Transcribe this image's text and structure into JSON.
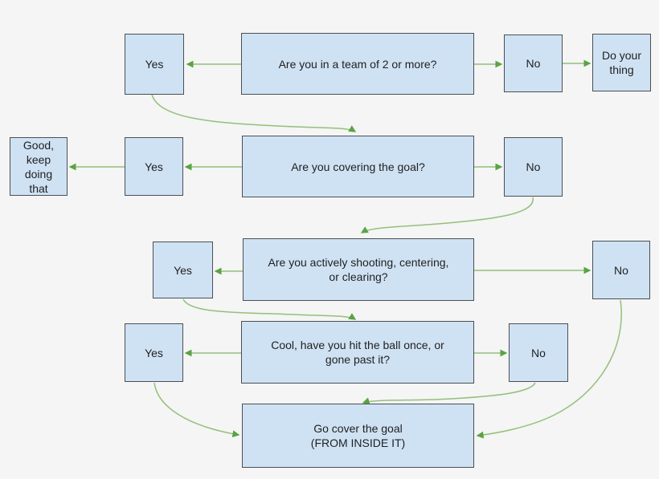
{
  "diagram": {
    "type": "flowchart",
    "topic": "Rocket League style team-positioning decision flowchart",
    "colors": {
      "background": "#f4f5f4",
      "node_fill": "#cfe2f3",
      "node_border": "#4a4f54",
      "arrow_line": "#94bf7c",
      "arrow_head": "#5aa344",
      "text": "#1f1f1f"
    },
    "nodes": {
      "team_question": {
        "label": "Are you in a team of 2 or more?"
      },
      "team_yes": {
        "label": "Yes"
      },
      "team_no": {
        "label": "No"
      },
      "do_your_thing": {
        "label": "Do your\nthing"
      },
      "good_keep_doing": {
        "label": "Good,\nkeep\ndoing\nthat"
      },
      "covering_yes": {
        "label": "Yes"
      },
      "covering_question": {
        "label": "Are you covering the goal?"
      },
      "covering_no": {
        "label": "No"
      },
      "shooting_yes": {
        "label": "Yes"
      },
      "shooting_question": {
        "label": "Are you actively shooting, centering,\nor clearing?"
      },
      "shooting_no": {
        "label": "No"
      },
      "hit_ball_yes": {
        "label": "Yes"
      },
      "hit_ball_question": {
        "label": "Cool, have you hit the ball once, or\ngone past it?"
      },
      "hit_ball_no": {
        "label": "No"
      },
      "go_cover_goal": {
        "label": "Go cover the goal\n(FROM INSIDE IT)"
      }
    },
    "edges": [
      {
        "from": "team_question",
        "to": "team_yes"
      },
      {
        "from": "team_question",
        "to": "team_no"
      },
      {
        "from": "team_no",
        "to": "do_your_thing"
      },
      {
        "from": "team_yes",
        "to": "covering_question"
      },
      {
        "from": "covering_question",
        "to": "covering_yes"
      },
      {
        "from": "covering_yes",
        "to": "good_keep_doing"
      },
      {
        "from": "covering_question",
        "to": "covering_no"
      },
      {
        "from": "covering_no",
        "to": "shooting_question"
      },
      {
        "from": "shooting_question",
        "to": "shooting_yes"
      },
      {
        "from": "shooting_question",
        "to": "shooting_no"
      },
      {
        "from": "shooting_yes",
        "to": "hit_ball_question"
      },
      {
        "from": "hit_ball_question",
        "to": "hit_ball_yes"
      },
      {
        "from": "hit_ball_question",
        "to": "hit_ball_no"
      },
      {
        "from": "hit_ball_yes",
        "to": "go_cover_goal"
      },
      {
        "from": "hit_ball_no",
        "to": "go_cover_goal"
      },
      {
        "from": "shooting_no",
        "to": "go_cover_goal"
      }
    ]
  }
}
